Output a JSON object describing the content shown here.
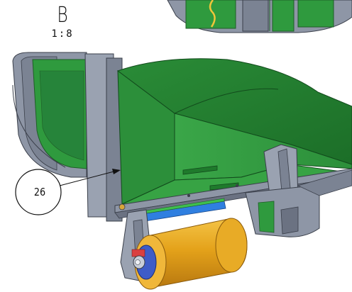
{
  "view": {
    "letter": "B",
    "scale": "1:8"
  },
  "callouts": [
    {
      "label": "26"
    }
  ],
  "colors": {
    "housing_green": "#2f9a3e",
    "housing_green_dark": "#1f7a2c",
    "frame_gray": "#8e96a6",
    "frame_gray_dark": "#5d6472",
    "roller_orange": "#e4a21a",
    "roller_blue": "#3e5cc8",
    "belt_blue": "#2f7fe0"
  }
}
